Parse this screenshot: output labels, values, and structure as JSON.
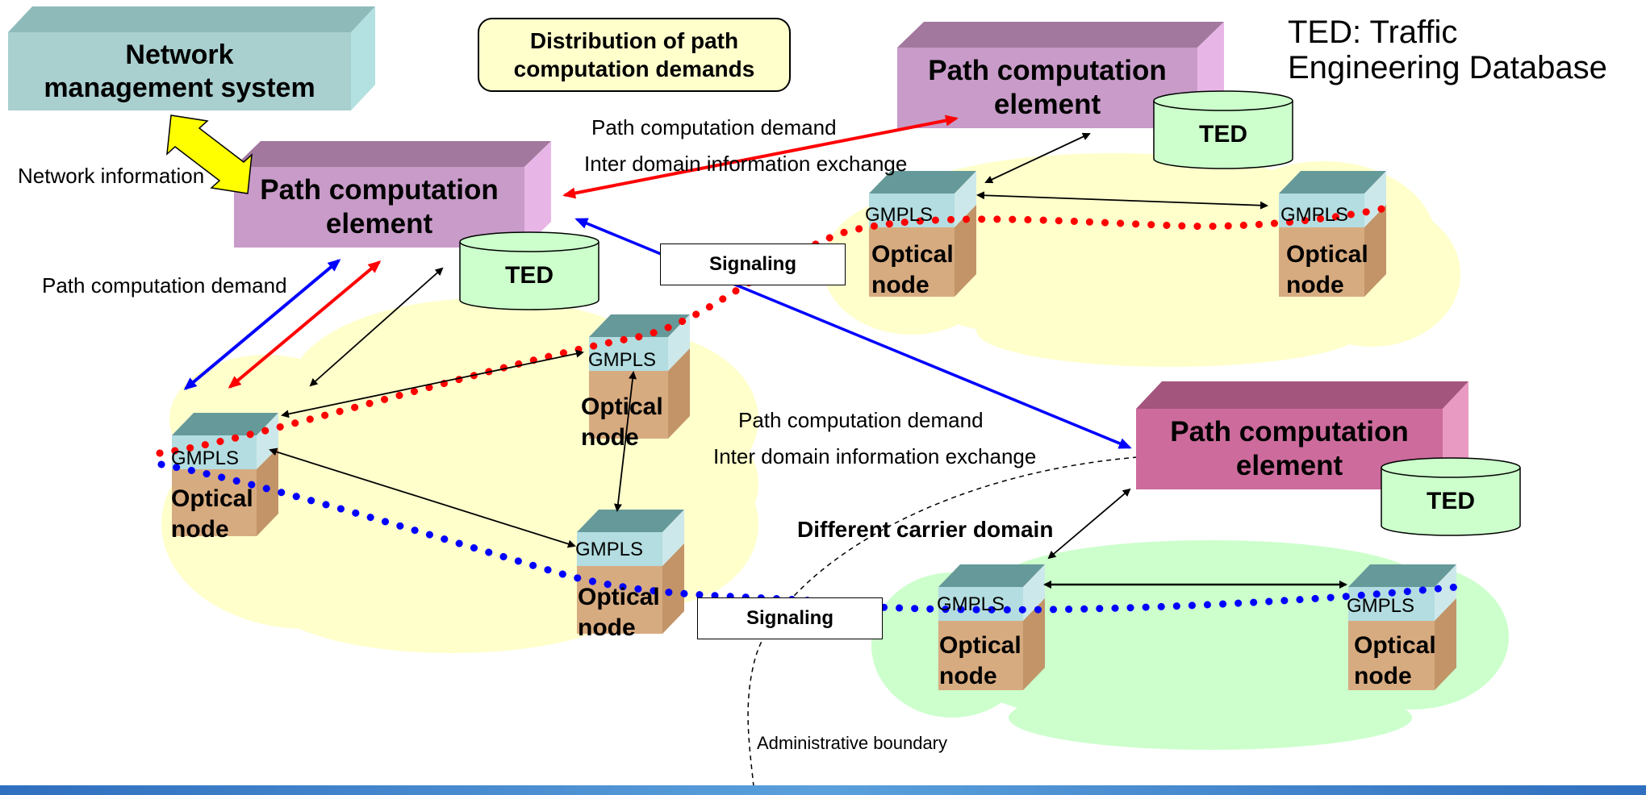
{
  "legend": {
    "line1": "TED: Traffic",
    "line2": "Engineering Database"
  },
  "nms": {
    "line1": "Network",
    "line2": "management system"
  },
  "callout": {
    "line1": "Distribution of path",
    "line2": "computation demands"
  },
  "pce": {
    "line1": "Path computation",
    "line2": "element"
  },
  "ted": "TED",
  "node": {
    "gmpls": "GMPLS",
    "line1": "Optical",
    "line2": "node"
  },
  "labels": {
    "network_information": "Network information",
    "path_demand": "Path computation demand",
    "inter_domain": "Inter domain information exchange",
    "signaling": "Signaling",
    "different_carrier": "Different carrier domain",
    "admin_boundary": "Administrative boundary"
  },
  "colors": {
    "nms": "#a9cfcf",
    "pce": "#c89bc8",
    "pce_right": "#cc6b9c",
    "ted": "#ccffcc",
    "cloud_yellow": "#ffffcc",
    "cloud_green": "#ccffcc",
    "red_path": "#ff0000",
    "blue_path": "#0000ff",
    "node_top": "#669999",
    "node_gmpls": "#b3dde0",
    "node_body": "#d7ab80"
  }
}
